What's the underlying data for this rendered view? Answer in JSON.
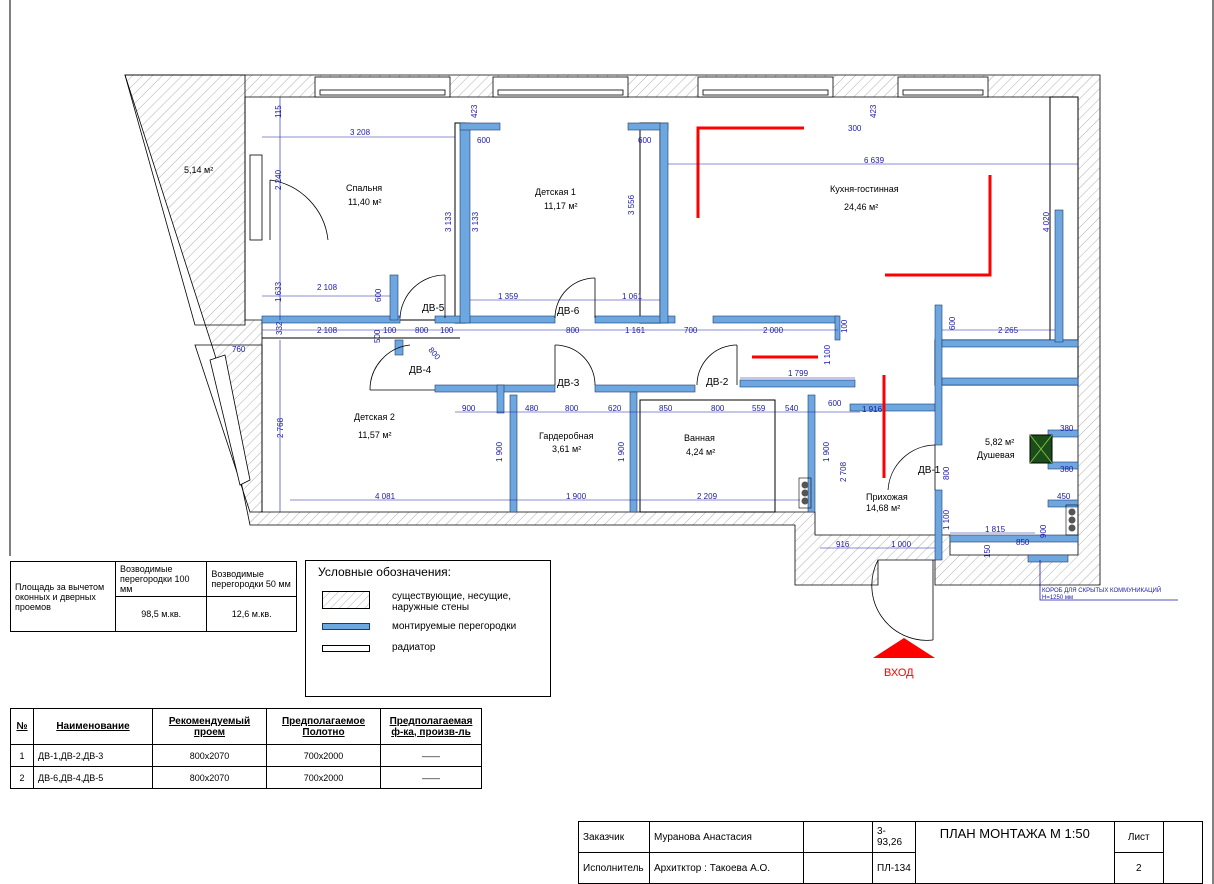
{
  "plan": {
    "rooms": [
      {
        "name": "Спальня",
        "area": "11,40 м²"
      },
      {
        "name": "Детская 1",
        "area": "11,17 м²"
      },
      {
        "name": "Кухня-гостинная",
        "area": "24,46 м²"
      },
      {
        "name": "Детская 2",
        "area": "11,57 м²"
      },
      {
        "name": "Гардеробная",
        "area": "3,61 м²"
      },
      {
        "name": "Ванная",
        "area": "4,24 м²"
      },
      {
        "name": "Прихожая",
        "area": "14,68 м²"
      },
      {
        "name": "Душевая",
        "area": "5,82 м²"
      },
      {
        "name": "",
        "area": "5,14 м²"
      }
    ],
    "doors": [
      "ДВ-5",
      "ДВ-6",
      "ДВ-4",
      "ДВ-3",
      "ДВ-2",
      "ДВ-1"
    ],
    "dimensions": [
      "3 208",
      "600",
      "600",
      "423",
      "423",
      "300",
      "6 639",
      "115",
      "2 240",
      "3 133",
      "3 133",
      "3 556",
      "4 020",
      "2 108",
      "600",
      "1 359",
      "1 061",
      "2 108",
      "332",
      "1 633",
      "100",
      "800",
      "100",
      "800",
      "1 161",
      "700",
      "2 000",
      "100",
      "600",
      "2 265",
      "760",
      "500",
      "800",
      "1 100",
      "1 799",
      "900",
      "480",
      "800",
      "620",
      "850",
      "800",
      "559",
      "540",
      "600",
      "1 916",
      "2 768",
      "1 900",
      "1 900",
      "1 900",
      "2 708",
      "4 081",
      "1 900",
      "2 209",
      "800",
      "1 100",
      "380",
      "380",
      "450",
      "1 815",
      "900",
      "850",
      "150",
      "916",
      "1 000"
    ],
    "communications_note": "КОРОБ ДЛЯ СКРЫТЫХ КОММУНИКАЦИЙ",
    "communications_height": "H=1250 мм",
    "entrance": "ВХОД"
  },
  "area_table": {
    "row_label": "Площадь за вычетом оконных и дверных проемов",
    "col1_header": "Возводимые перегородки 100 мм",
    "col2_header": "Возводимые перегородки 50 мм",
    "col1_value": "98,5 м.кв.",
    "col2_value": "12,6 м.кв."
  },
  "legend": {
    "title": "Условные обозначения:",
    "items": [
      {
        "label": "существующие, несущие, наружные стены"
      },
      {
        "label": "монтируемые перегородки"
      },
      {
        "label": "радиатор"
      }
    ]
  },
  "door_table": {
    "headers": [
      "№",
      "Наименование",
      "Рекомендуемый проем",
      "Предполагаемое Полотно",
      "Предполагаемая ф-ка, произв-ль"
    ],
    "rows": [
      [
        "1",
        "ДВ-1,ДВ-2,ДВ-3",
        "800х2070",
        "700х2000",
        "——"
      ],
      [
        "2",
        "ДВ-6,ДВ-4,ДВ-5",
        "800х2070",
        "700х2000",
        "——"
      ]
    ]
  },
  "title_block": {
    "customer_label": "Заказчик",
    "customer_name": "Муранова Анастасия",
    "customer_code": "3-93,26",
    "executor_label": "Исполнитель",
    "executor_name": "Архитктор : Такоева А.О.",
    "executor_code": "ПЛ-134",
    "drawing_title": "ПЛАН МОНТАЖА М 1:50",
    "sheet_label": "Лист",
    "sheet_number": "2"
  },
  "colors": {
    "partition": "#6ea7e0",
    "dimension": "#1a1aa8",
    "red_marks": "#ff0000",
    "wall_hatch": "#9a9a9a"
  }
}
